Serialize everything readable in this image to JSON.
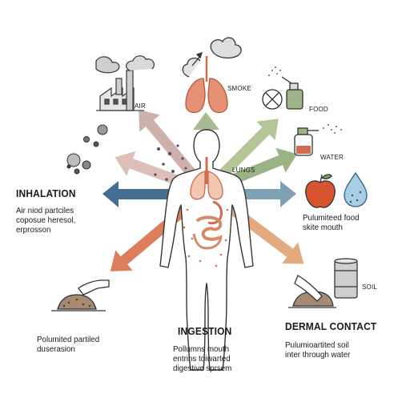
{
  "labels": {
    "air": "AIR",
    "smoke": "SMOKE",
    "food": "FOOD",
    "water": "WATER",
    "lungs": "LUNGS",
    "soil": "SOIL"
  },
  "sections": {
    "inhalation": {
      "title": "INHALATION",
      "lines": [
        "Air niod partciles",
        "coposue heresol,",
        "erprosson"
      ]
    },
    "food_note": {
      "lines": [
        "Pulumiteed food",
        "skite mouth"
      ]
    },
    "ground": {
      "lines": [
        "Polumited partiled",
        "duserasion"
      ]
    },
    "ingestion": {
      "title": "INGESTION",
      "lines": [
        "Pollumns mouth",
        "entrins toiwarted",
        "digestive sprsem"
      ]
    },
    "dermal": {
      "title": "DERMAL CONTACT",
      "lines": [
        "Pulumioartited soil",
        "inter through water"
      ]
    }
  },
  "colors": {
    "blue": "#2f5f86",
    "sage": "#9db486",
    "mauve": "#c9a8a2",
    "orange": "#d9704a",
    "tan": "#e0a173",
    "organ": "#cf6d4e",
    "outline": "#333333",
    "water_drop": "#a9cde3"
  },
  "icons": [
    "factory-icon",
    "particles-icon",
    "lungs-smoke-icon",
    "spray-food-icon",
    "spray-bottle-icon",
    "apple-icon",
    "water-drop-icon",
    "hand-soil-icon",
    "barrel-icon",
    "human-body-icon"
  ]
}
